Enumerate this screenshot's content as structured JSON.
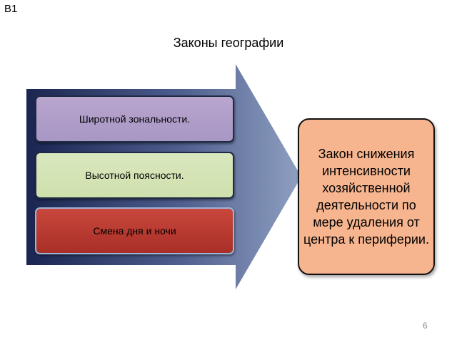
{
  "slide": {
    "label": "B1",
    "title": "Законы географии",
    "page_number": "6"
  },
  "diagram": {
    "items": [
      {
        "label": "Широтной зональности.",
        "color": "#a896c4"
      },
      {
        "label": "Высотной поясности.",
        "color": "#d4e4b4"
      },
      {
        "label": "Смена дня и ночи",
        "color": "#b83a31"
      }
    ],
    "law": {
      "text": "Закон снижения интенсивности хозяйственной деятельности по мере удаления от центра к периферии.",
      "color": "#f7b58f"
    },
    "arrow_gradient": [
      "#1a2550",
      "#8a9bbd"
    ]
  }
}
